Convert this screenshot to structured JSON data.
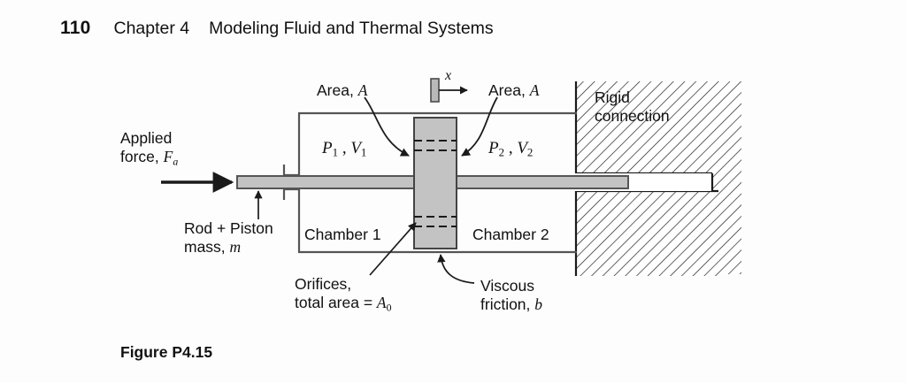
{
  "page": {
    "number": "110",
    "chapter": "Chapter 4",
    "chapter_title": "Modeling Fluid and Thermal Systems",
    "background_color": "#fdfdfd"
  },
  "figure": {
    "caption": "Figure P4.15",
    "type": "engineering-schematic",
    "subject": "hydraulic damper / dashpot with orificed piston in a two-chamber cylinder",
    "colors": {
      "line": "#1a1a1a",
      "outline": "#555555",
      "metal_fill": "#c3c3c3",
      "hatch": "#1a1a1a",
      "text": "#111111"
    },
    "labels": {
      "area_left": "Area, A",
      "area_right": "Area, A",
      "displacement": "x",
      "pressure_volume_1": "P1 , V1",
      "pressure_volume_2": "P2 , V2",
      "applied_force_line1": "Applied",
      "applied_force_line2": "force, Fa",
      "rod_piston_line1": "Rod + Piston",
      "rod_piston_line2": "mass, m",
      "chamber_1": "Chamber 1",
      "chamber_2": "Chamber 2",
      "orifices_line1": "Orifices,",
      "orifices_line2": "total area = A0",
      "viscous_line1": "Viscous",
      "viscous_line2": "friction, b",
      "rigid_line1": "Rigid",
      "rigid_line2": "connection"
    },
    "symbols": {
      "area": "A",
      "orifice_area": "A",
      "orifice_area_sub": "0",
      "pressure_1": "P",
      "pressure_1_sub": "1",
      "volume_1": "V",
      "volume_1_sub": "1",
      "pressure_2": "P",
      "pressure_2_sub": "2",
      "volume_2": "V",
      "volume_2_sub": "2",
      "force": "F",
      "force_sub": "a",
      "mass": "m",
      "damping": "b",
      "displacement": "x",
      "comma": " , "
    },
    "parts": [
      {
        "name": "cylinder-body",
        "description": "rectangular cylinder housing enclosing chamber 1 and chamber 2"
      },
      {
        "name": "piston",
        "description": "gray vertical block at center with two pairs of dashed orifice lines"
      },
      {
        "name": "rod",
        "description": "horizontal gray rod passing through piston and out the right wall"
      },
      {
        "name": "rigid-wall",
        "description": "hatched L-shaped rigid support at right with slot for rod"
      },
      {
        "name": "force-arrow",
        "description": "horizontal arrow at left indicating applied force"
      },
      {
        "name": "displacement-arrow",
        "description": "small reference mark and arrow labeled x above the piston"
      }
    ]
  }
}
